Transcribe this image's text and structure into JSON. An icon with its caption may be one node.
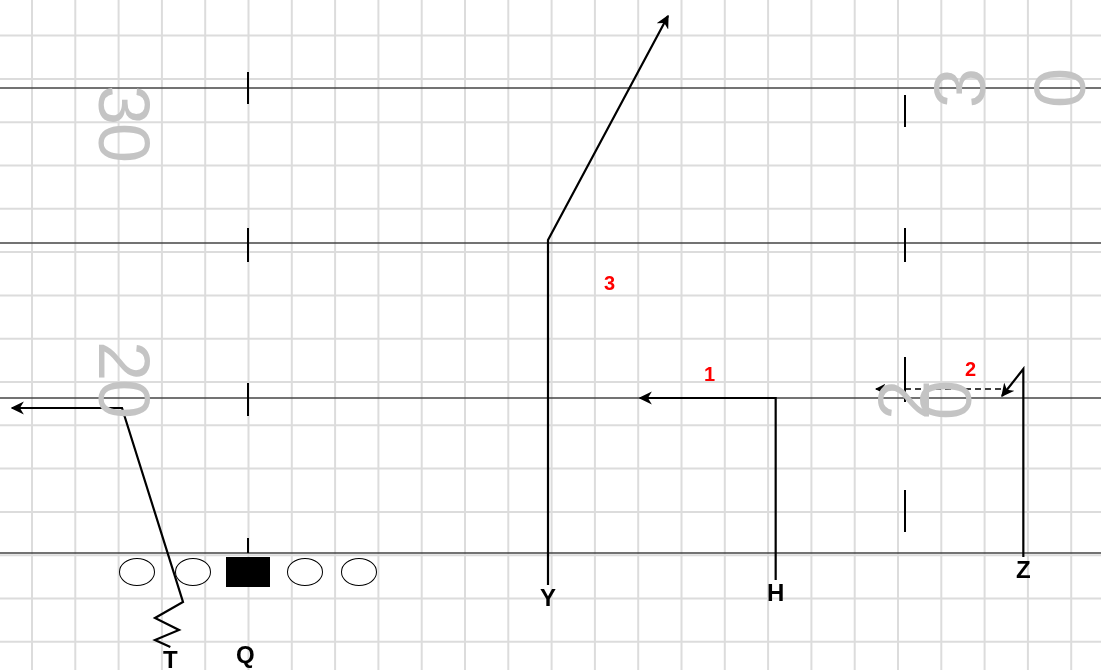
{
  "diagram": {
    "nodes": [
      {
        "text": [
          "T"
        ]
      },
      {
        "text": [
          "Q"
        ]
      },
      {
        "text": [
          "Y"
        ]
      },
      {
        "text": [
          "H"
        ]
      },
      {
        "text": [
          "Z"
        ]
      },
      {
        "text": [],
        "shape": "circle"
      },
      {
        "text": [],
        "shape": "circle"
      },
      {
        "text": [],
        "shape": "box"
      },
      {
        "text": [],
        "shape": "circle"
      },
      {
        "text": [],
        "shape": "circle"
      }
    ],
    "edges": [
      {
        "from": 0,
        "to": null,
        "arrow": "to"
      },
      {
        "from": 2,
        "to": null,
        "arrow": "to"
      },
      {
        "from": 3,
        "to": null,
        "arrow": "to"
      },
      {
        "from": 4,
        "to": null,
        "arrow": "to"
      }
    ],
    "labels": [
      "30",
      "30",
      "3",
      "1",
      "2",
      "20",
      "20"
    ]
  }
}
